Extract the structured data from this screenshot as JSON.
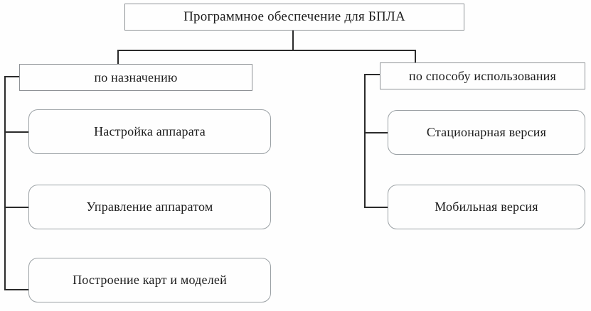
{
  "diagram": {
    "type": "tree",
    "title_text": "Программное обеспечение для БПЛА",
    "root": {
      "id": "root",
      "label": "Программное обеспечение для БПЛА",
      "shape": "rectangle"
    },
    "branches": [
      {
        "id": "branch-purpose",
        "label": "по назначению",
        "shape": "rectangle",
        "children": [
          {
            "id": "leaf-setup",
            "label": "Настройка аппарата",
            "shape": "rounded-rectangle"
          },
          {
            "id": "leaf-control",
            "label": "Управление аппаратом",
            "shape": "rounded-rectangle"
          },
          {
            "id": "leaf-maps",
            "label": "Построение карт и моделей",
            "shape": "rounded-rectangle"
          }
        ]
      },
      {
        "id": "branch-usage",
        "label": "по способу использования",
        "shape": "rectangle",
        "children": [
          {
            "id": "leaf-stationary",
            "label": "Стационарная версия",
            "shape": "rounded-rectangle"
          },
          {
            "id": "leaf-mobile",
            "label": "Мобильная версия",
            "shape": "rounded-rectangle"
          }
        ]
      }
    ],
    "colors": {
      "background": "#fefefe",
      "box_fill": "#fefefe",
      "box_border": "#8e9296",
      "connector": "#2b2b2b",
      "text": "#1c1c1c"
    }
  }
}
